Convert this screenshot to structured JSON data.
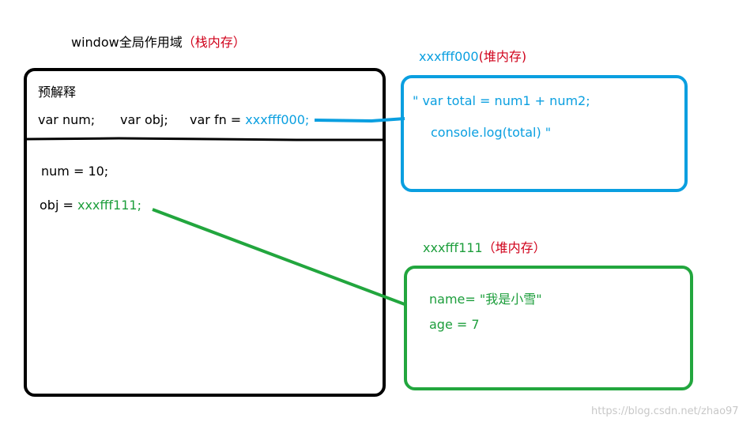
{
  "global_scope": {
    "title": "window全局作用域",
    "title_note": "（栈内存）",
    "hoisting_label": "预解释",
    "decl_num": "var num;",
    "decl_obj": "var obj;",
    "decl_fn_prefix": "var fn = ",
    "decl_fn_addr": "xxxfff000;",
    "assign_num": "num = 10;",
    "assign_obj_prefix": "obj = ",
    "assign_obj_addr": "xxxfff111;"
  },
  "heap_function": {
    "address": "xxxfff000",
    "note": "(堆内存)",
    "code_line1": "\" var total = num1 + num2;",
    "code_line2": "console.log(total)    \""
  },
  "heap_object": {
    "address": "xxxfff111",
    "note": "（堆内存）",
    "prop_name": "name= \"我是小雪\"",
    "prop_age": "age = 7"
  },
  "watermark": "https://blog.csdn.net/zhao97",
  "colors": {
    "stack_border": "#000000",
    "function_heap": "#0a9fe0",
    "object_heap": "#22a63e",
    "note_red": "#d0021b"
  }
}
